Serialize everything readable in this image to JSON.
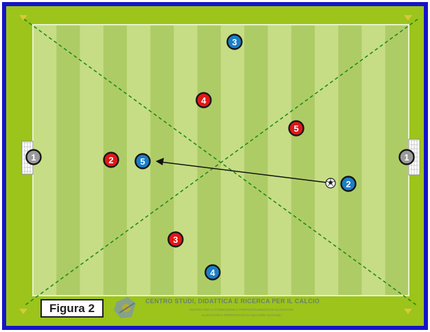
{
  "figure_label": "Figura 2",
  "logo": {
    "title": "CENTRO STUDI, DIDATTICA E RICERCA PER IL CALCIO",
    "subtitle_1": "CENTRO PER LA FORMAZIONE E PERFEZIONAMENTO DI ALLENATORI",
    "subtitle_2": "ALLENATORI E PREPARATORI DI SQUADRE GIOVANILI"
  },
  "colors": {
    "border": "#1414c8",
    "outer_grass": "#9cc41a",
    "stripe_light": "#c6dd85",
    "stripe_dark": "#aecc66",
    "diagonal": "#1f8a1f",
    "team_red": "#e01818",
    "team_blue": "#1a7ec8",
    "goalkeeper": "#9a9a9a",
    "pass_arrow": "#111111"
  },
  "players": [
    {
      "team": "blue",
      "number": "3"
    },
    {
      "team": "red",
      "number": "4"
    },
    {
      "team": "red",
      "number": "5"
    },
    {
      "team": "red",
      "number": "2"
    },
    {
      "team": "blue",
      "number": "5"
    },
    {
      "team": "blue",
      "number": "2"
    },
    {
      "team": "red",
      "number": "3"
    },
    {
      "team": "blue",
      "number": "4"
    },
    {
      "team": "goalkeeper",
      "number": "1"
    },
    {
      "team": "goalkeeper",
      "number": "1"
    }
  ],
  "ball_icon": "soccer-ball-icon",
  "pass": {
    "from_player": "blue-2",
    "to_player": "blue-5"
  }
}
